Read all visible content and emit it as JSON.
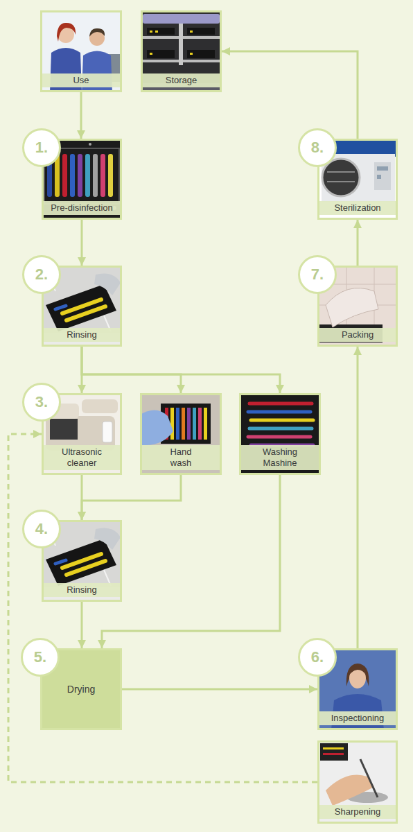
{
  "diagram": {
    "nodes": [
      {
        "text": [
          "Use"
        ]
      },
      {
        "text": [
          "Storage"
        ]
      },
      {
        "text": [
          "1.",
          "Pre-disinfection"
        ]
      },
      {
        "text": [
          "2.",
          "Rinsing"
        ]
      },
      {
        "text": [
          "3.",
          "Ultrasonic cleaner"
        ]
      },
      {
        "text": [
          "Hand wash"
        ]
      },
      {
        "text": [
          "Washing Mashine"
        ]
      },
      {
        "text": [
          "4.",
          "Rinsing"
        ]
      },
      {
        "text": [
          "5.",
          "Drying"
        ]
      },
      {
        "text": [
          "6.",
          "Inspectioning"
        ]
      },
      {
        "text": [
          "Sharpening"
        ]
      },
      {
        "text": [
          "7.",
          "Packing"
        ]
      },
      {
        "text": [
          "8.",
          "Sterilization"
        ]
      }
    ],
    "edges": [
      {
        "from": 0,
        "to": 2,
        "arrow": "to"
      },
      {
        "from": 2,
        "to": 3,
        "arrow": "to"
      },
      {
        "from": 3,
        "to": 4,
        "arrow": "to"
      },
      {
        "from": 3,
        "to": 5,
        "arrow": "to"
      },
      {
        "from": 3,
        "to": 6,
        "arrow": "to"
      },
      {
        "from": 4,
        "to": 7,
        "arrow": "to"
      },
      {
        "from": 5,
        "to": 7,
        "arrow": "to"
      },
      {
        "from": 7,
        "to": 8,
        "arrow": "to"
      },
      {
        "from": 6,
        "to": 8,
        "arrow": "to"
      },
      {
        "from": 8,
        "to": 9,
        "arrow": "to"
      },
      {
        "from": 9,
        "to": 11,
        "arrow": "to"
      },
      {
        "from": 11,
        "to": 12,
        "arrow": "to"
      },
      {
        "from": 12,
        "to": 1,
        "arrow": "to"
      },
      {
        "from": 10,
        "to": 4,
        "arrow": "to"
      }
    ]
  }
}
